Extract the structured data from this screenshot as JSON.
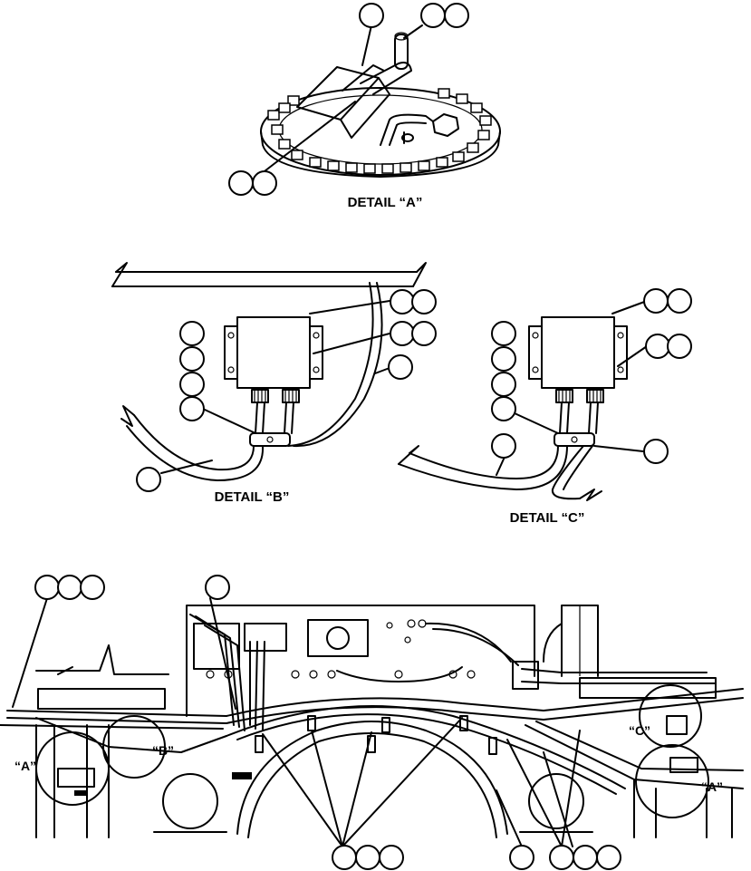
{
  "details": {
    "a": {
      "label": "DETAIL “A”"
    },
    "b": {
      "label": "DETAIL “B”"
    },
    "c": {
      "label": "DETAIL “C”"
    }
  },
  "view_callouts": {
    "a_left": "“A”",
    "b": "“B”",
    "c": "“C”",
    "a_right": "“A”"
  }
}
